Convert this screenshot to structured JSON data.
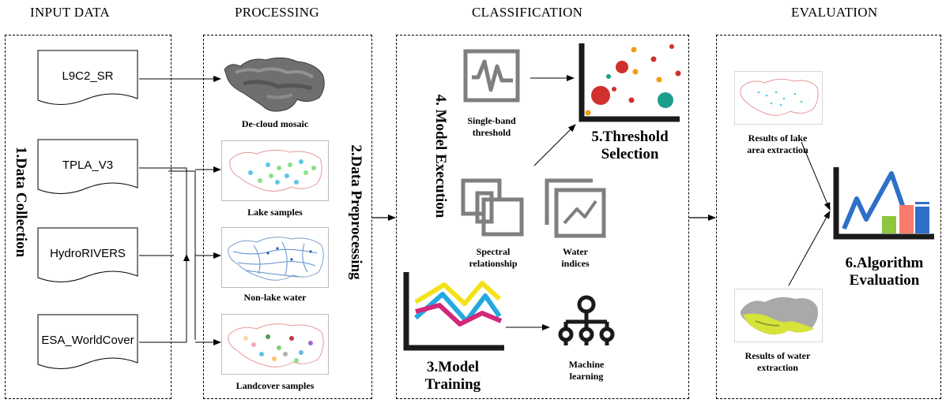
{
  "headers": {
    "input": "INPUT DATA",
    "processing": "PROCESSING",
    "classification": "CLASSIFICATION",
    "evaluation": "EVALUATION"
  },
  "input": {
    "docs": [
      "L9C2_SR",
      "TPLA_V3",
      "HydroRIVERS",
      "ESA_WorldCover"
    ],
    "stage_label": "1.Data  Collection"
  },
  "processing": {
    "captions": [
      "De-cloud mosaic",
      "Lake samples",
      "Non-lake water",
      "Landcover samples"
    ],
    "stage_label": "2.Data  Preprocessing"
  },
  "classification": {
    "model_execution": "4. Model  Execution",
    "single_band": [
      "Single-band",
      "threshold"
    ],
    "threshold_selection": [
      "5.Threshold",
      "Selection"
    ],
    "spectral": [
      "Spectral",
      "relationship"
    ],
    "water_indices": [
      "Water",
      "indices"
    ],
    "model_training": [
      "3.Model",
      "Training"
    ],
    "machine_learning": [
      "Machine",
      "learning"
    ]
  },
  "evaluation": {
    "lake_result": [
      "Results of lake",
      "area extraction"
    ],
    "water_result": [
      "Results of water",
      "extraction"
    ],
    "algorithm": [
      "6.Algorithm",
      "Evaluation"
    ]
  },
  "colors": {
    "chart_blue": "#2e6fc9",
    "chart_green": "#8dc63f",
    "chart_salmon": "#f97b6b",
    "line_yellow": "#f3e21a",
    "line_cyan": "#22a9e0",
    "line_magenta": "#d1287a",
    "bubble_red": "#d0312d",
    "bubble_teal": "#1b9e8a",
    "bubble_orange": "#f39c12"
  }
}
